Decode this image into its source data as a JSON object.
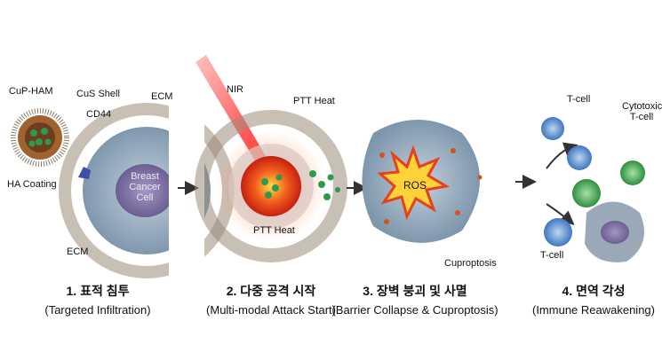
{
  "panels": [
    {
      "caption_ko": "1. 표적 침투",
      "caption_en": "(Targeted Infiltration)",
      "labels": {
        "nanoparticle": "CuP-HAM",
        "shell": "CuS Shell",
        "receptor": "CD44",
        "coating": "HA Coating",
        "ecm_top": "ECM",
        "cell": "Breast Cancer Cell",
        "ecm_bottom": "ECM"
      }
    },
    {
      "caption_ko": "2. 다중 공격 시작",
      "caption_en": "(Multi-modal Attack Start)",
      "labels": {
        "laser": "NIR",
        "heat_top": "PTT Heat",
        "heat_bottom": "PTT Heat"
      }
    },
    {
      "caption_ko": "3. 장벽 붕괴 및 사멸",
      "caption_en": "(Barrier Collapse & Cuproptosis)",
      "labels": {
        "burst": "ROS",
        "death": "Cuproptosis"
      }
    },
    {
      "caption_ko": "4. 면역 각성",
      "caption_en": "(Immune Reawakening)",
      "labels": {
        "tcell_top": "T-cell",
        "cytotoxic": "Cytotoxic T-cell",
        "tcell_bottom": "T-cell"
      }
    }
  ],
  "colors": {
    "laser": "#e8282a",
    "tumor": "#8fa3b8",
    "nucleus": "#7c6f9e",
    "particle": "#a0622e",
    "payload": "#2f9a4a",
    "tcell": "#5a8fd0",
    "cytotoxic": "#4fae5a"
  }
}
